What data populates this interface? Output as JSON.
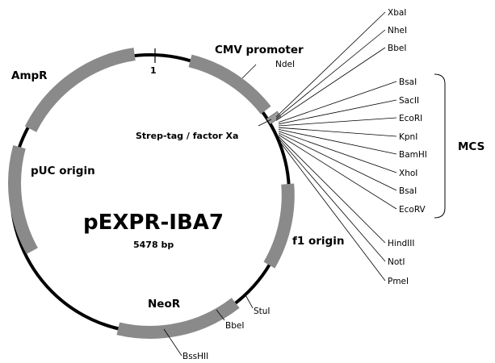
{
  "plasmid": {
    "name": "pEXPR-IBA7",
    "size": "5478 bp",
    "origin_marker": "1"
  },
  "colors": {
    "backbone": "#000000",
    "feature": "#8a8a8a",
    "text": "#000000"
  },
  "features": {
    "cmv_promoter": "CMV promoter",
    "ampr": "AmpR",
    "puc_origin": "pUC origin",
    "f1_origin": "f1 origin",
    "neor": "NeoR",
    "strep_tag": "Strep-tag / factor Xa"
  },
  "sites": {
    "ndeI": "NdeI",
    "stuI": "StuI",
    "bbeI_lower": "BbeI",
    "bsshII": "BssHII"
  },
  "mcs": {
    "label": "MCS",
    "sites": [
      "XbaI",
      "NheI",
      "BbeI",
      "BsaI",
      "SacII",
      "EcoRI",
      "KpnI",
      "BamHI",
      "XhoI",
      "BsaI",
      "EcoRV",
      "HindIII",
      "NotI",
      "PmeI"
    ]
  }
}
